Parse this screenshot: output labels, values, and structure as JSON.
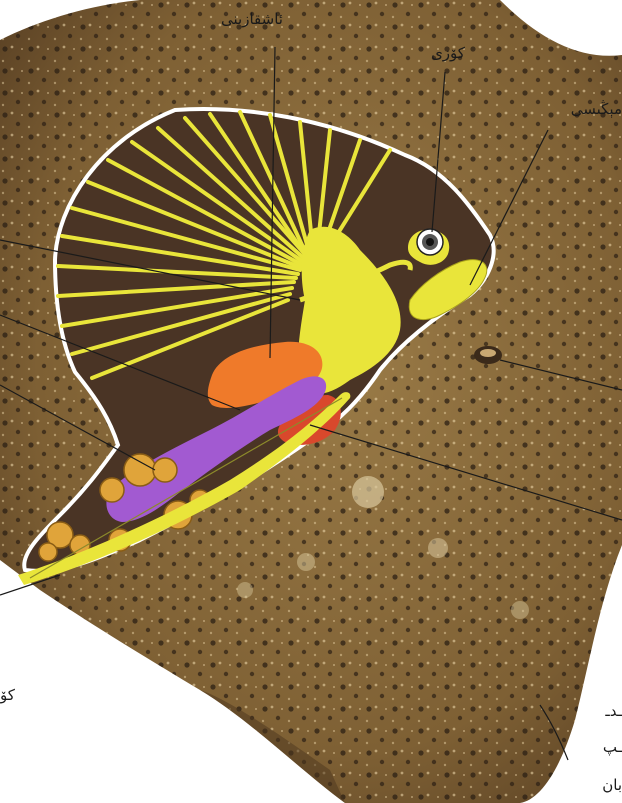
{
  "labels": {
    "stomach": "ئاشقازىنى",
    "eye": "كۆزى",
    "brain": "مېڭىسى",
    "left_partial": "كۆ",
    "bottom_right_1": "ـدـ",
    "bottom_right_2": "ـپ",
    "bottom_right_3": "بان"
  },
  "colors": {
    "skin": "#8a6a3c",
    "skin_dark": "#5e4526",
    "skin_light": "#b08a55",
    "body_cavity": "#4a3425",
    "nerves": "#e9e53a",
    "stomach_organ": "#ef7a2a",
    "liver_organ": "#d9482c",
    "intestine": "#a25ad1",
    "gonads": "#e0a43a",
    "outline": "#ffffff",
    "leader_line": "#1a1a1a"
  }
}
